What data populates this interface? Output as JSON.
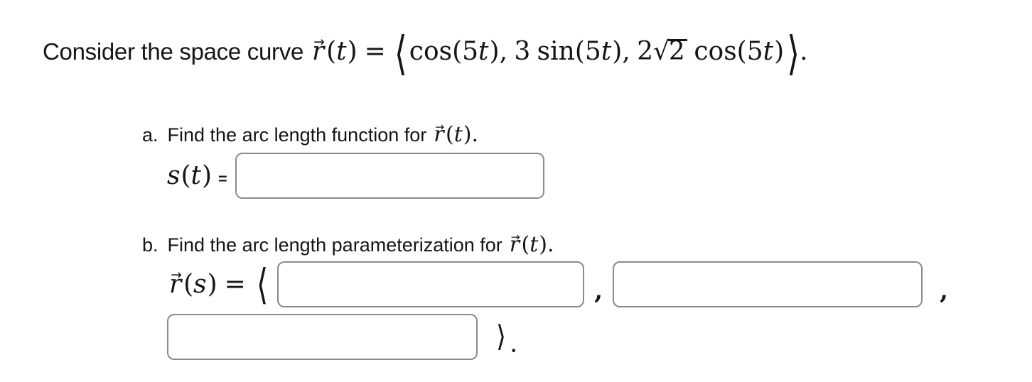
{
  "colors": {
    "text": "#161616",
    "box-border": "#8b8b8b",
    "background": "#ffffff"
  },
  "statement": {
    "prefix": "Consider the space curve",
    "math": [
      {
        "c": "vec",
        "t": "r",
        "a": "→",
        "n": "vector-r"
      },
      {
        "c": "rm",
        "t": "("
      },
      {
        "c": "it",
        "t": "t"
      },
      {
        "c": "rm",
        "t": ")"
      },
      {
        "c": "rel",
        "t": "=",
        "n": "equals-sign"
      },
      {
        "c": "lang",
        "t": "⟨",
        "n": "left-angle-bracket"
      },
      {
        "c": "rm",
        "t": "cos(5"
      },
      {
        "c": "it",
        "t": "t"
      },
      {
        "c": "rm",
        "t": "),"
      },
      {
        "c": "sp",
        "t": ""
      },
      {
        "c": "rm",
        "t": "3"
      },
      {
        "c": "sp",
        "t": ""
      },
      {
        "c": "rm",
        "t": "sin(5"
      },
      {
        "c": "it",
        "t": "t"
      },
      {
        "c": "rm",
        "t": "),"
      },
      {
        "c": "sp",
        "t": ""
      },
      {
        "c": "rm",
        "t": "2"
      },
      {
        "c": "rad",
        "t": "√",
        "n": "radical-sign"
      },
      {
        "c": "radi",
        "t": "2",
        "n": "radicand"
      },
      {
        "c": "sp",
        "t": ""
      },
      {
        "c": "rm",
        "t": "cos(5"
      },
      {
        "c": "it",
        "t": "t"
      },
      {
        "c": "rm",
        "t": ")"
      },
      {
        "c": "rang",
        "t": "⟩",
        "n": "right-angle-bracket"
      },
      {
        "c": "rm",
        "t": ".",
        "n": "period"
      }
    ]
  },
  "parts": {
    "a": {
      "index": "a.",
      "prompt": "Find the arc length function for",
      "prompt_math": [
        {
          "c": "vec",
          "t": "r",
          "a": "→",
          "n": "vector-r"
        },
        {
          "c": "rm",
          "t": "("
        },
        {
          "c": "it",
          "t": "t"
        },
        {
          "c": "rm",
          "t": ").",
          "n": "close-paren-period"
        }
      ],
      "lhs_math": [
        {
          "c": "it",
          "t": "s"
        },
        {
          "c": "rm",
          "t": "("
        },
        {
          "c": "it",
          "t": "t"
        },
        {
          "c": "rm",
          "t": ")"
        },
        {
          "c": "eq",
          "t": "=",
          "n": "equals-sign"
        }
      ],
      "answer_value": ""
    },
    "b": {
      "index": "b.",
      "prompt": "Find the arc length parameterization for",
      "prompt_math": [
        {
          "c": "vec",
          "t": "r",
          "a": "→",
          "n": "vector-r"
        },
        {
          "c": "rm",
          "t": "("
        },
        {
          "c": "it",
          "t": "t"
        },
        {
          "c": "rm",
          "t": ").",
          "n": "close-paren-period"
        }
      ],
      "lhs_math": [
        {
          "c": "vec",
          "t": "r",
          "a": "→",
          "n": "vector-r"
        },
        {
          "c": "rm",
          "t": "("
        },
        {
          "c": "it",
          "t": "s"
        },
        {
          "c": "rm",
          "t": ")"
        },
        {
          "c": "rel",
          "t": "=",
          "n": "equals-sign"
        },
        {
          "c": "lang",
          "t": "⟨",
          "n": "left-angle-bracket"
        }
      ],
      "comma_1": ",",
      "comma_2": ",",
      "closing_math": [
        {
          "c": "rang",
          "t": "⟩",
          "n": "right-angle-bracket"
        },
        {
          "c": "period",
          "t": ".",
          "n": "period"
        }
      ],
      "answer_values": {
        "x": "",
        "y": "",
        "z": ""
      }
    }
  }
}
